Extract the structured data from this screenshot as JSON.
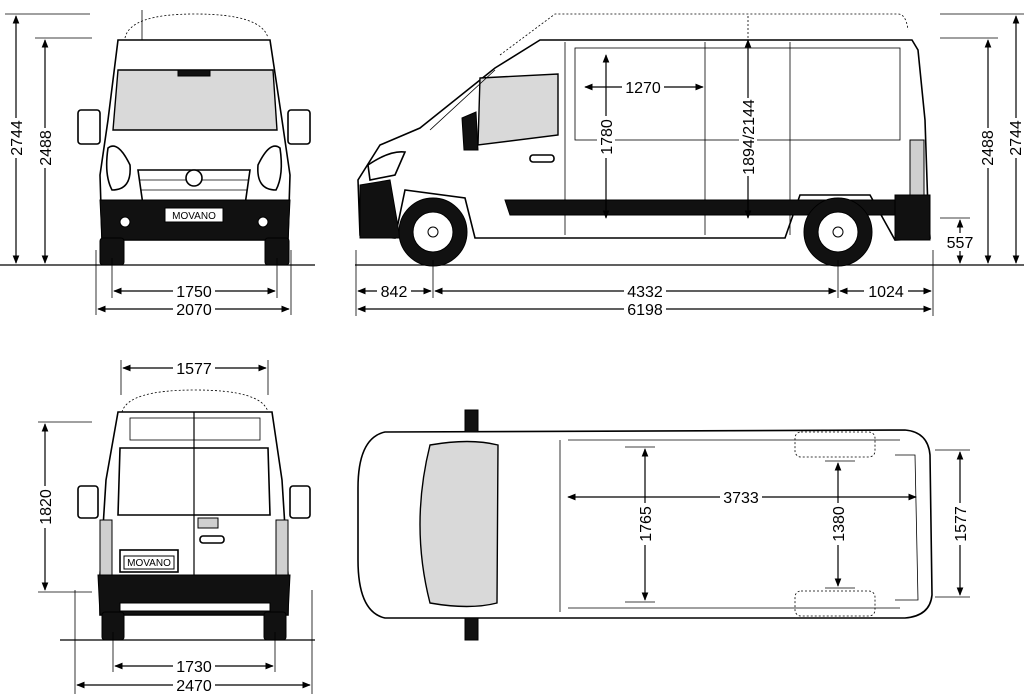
{
  "badges": {
    "front": "MOVANO",
    "rear": "MOVANO"
  },
  "dimensions": {
    "front_total_height": "2744",
    "front_body_height": "2488",
    "front_track": "1750",
    "front_width": "2070",
    "side_cargo_length_upper": "1270",
    "side_cargo_height": "1780",
    "side_interior_height": "1894/2144",
    "side_total_height": "2744",
    "side_body_height": "2488",
    "side_ground_clearance": "557",
    "side_front_overhang": "842",
    "side_wheelbase": "4332",
    "side_rear_overhang": "1024",
    "side_total_length": "6198",
    "rear_roof_width": "1577",
    "rear_door_height": "1820",
    "rear_track": "1730",
    "rear_width": "2470",
    "top_cargo_length": "3733",
    "top_cargo_width": "1765",
    "top_between_arches": "1380",
    "top_rear_width": "1577"
  },
  "colors": {
    "line": "#000000",
    "glass": "#d9d9d9",
    "background": "#ffffff"
  }
}
